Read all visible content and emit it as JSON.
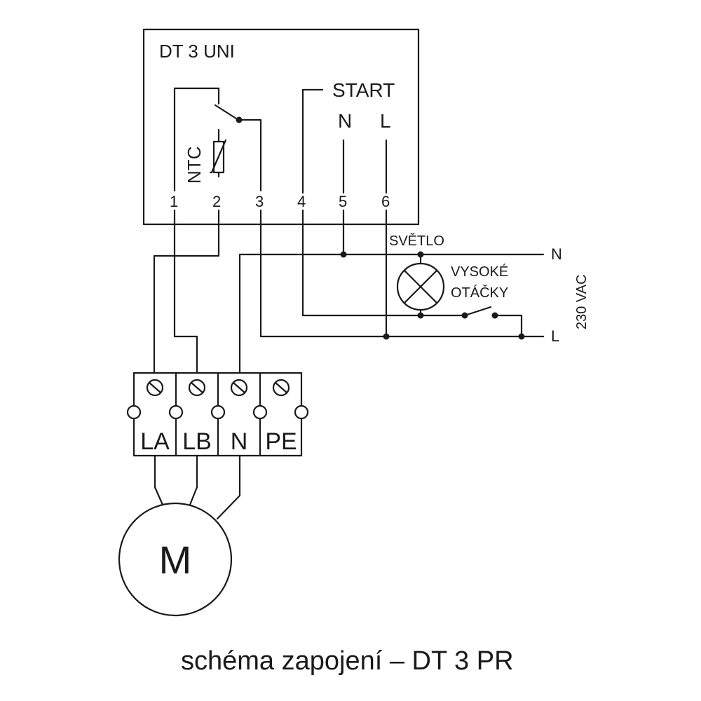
{
  "device": {
    "title": "DT 3 UNI",
    "start_label": "START",
    "start_n": "N",
    "start_l": "L",
    "ntc_label": "NTC",
    "terminals": [
      "1",
      "2",
      "3",
      "4",
      "5",
      "6"
    ]
  },
  "lamp": {
    "label": "SVĚTLO"
  },
  "switch": {
    "label_line1": "VYSOKÉ",
    "label_line2": "OTÁČKY"
  },
  "mains": {
    "n_label": "N",
    "l_label": "L",
    "voltage": "230 VAC"
  },
  "terminal_block": {
    "labels": [
      "LA",
      "LB",
      "N",
      "PE"
    ]
  },
  "motor": {
    "label": "M"
  },
  "caption": "schéma zapojení – DT 3 PR"
}
